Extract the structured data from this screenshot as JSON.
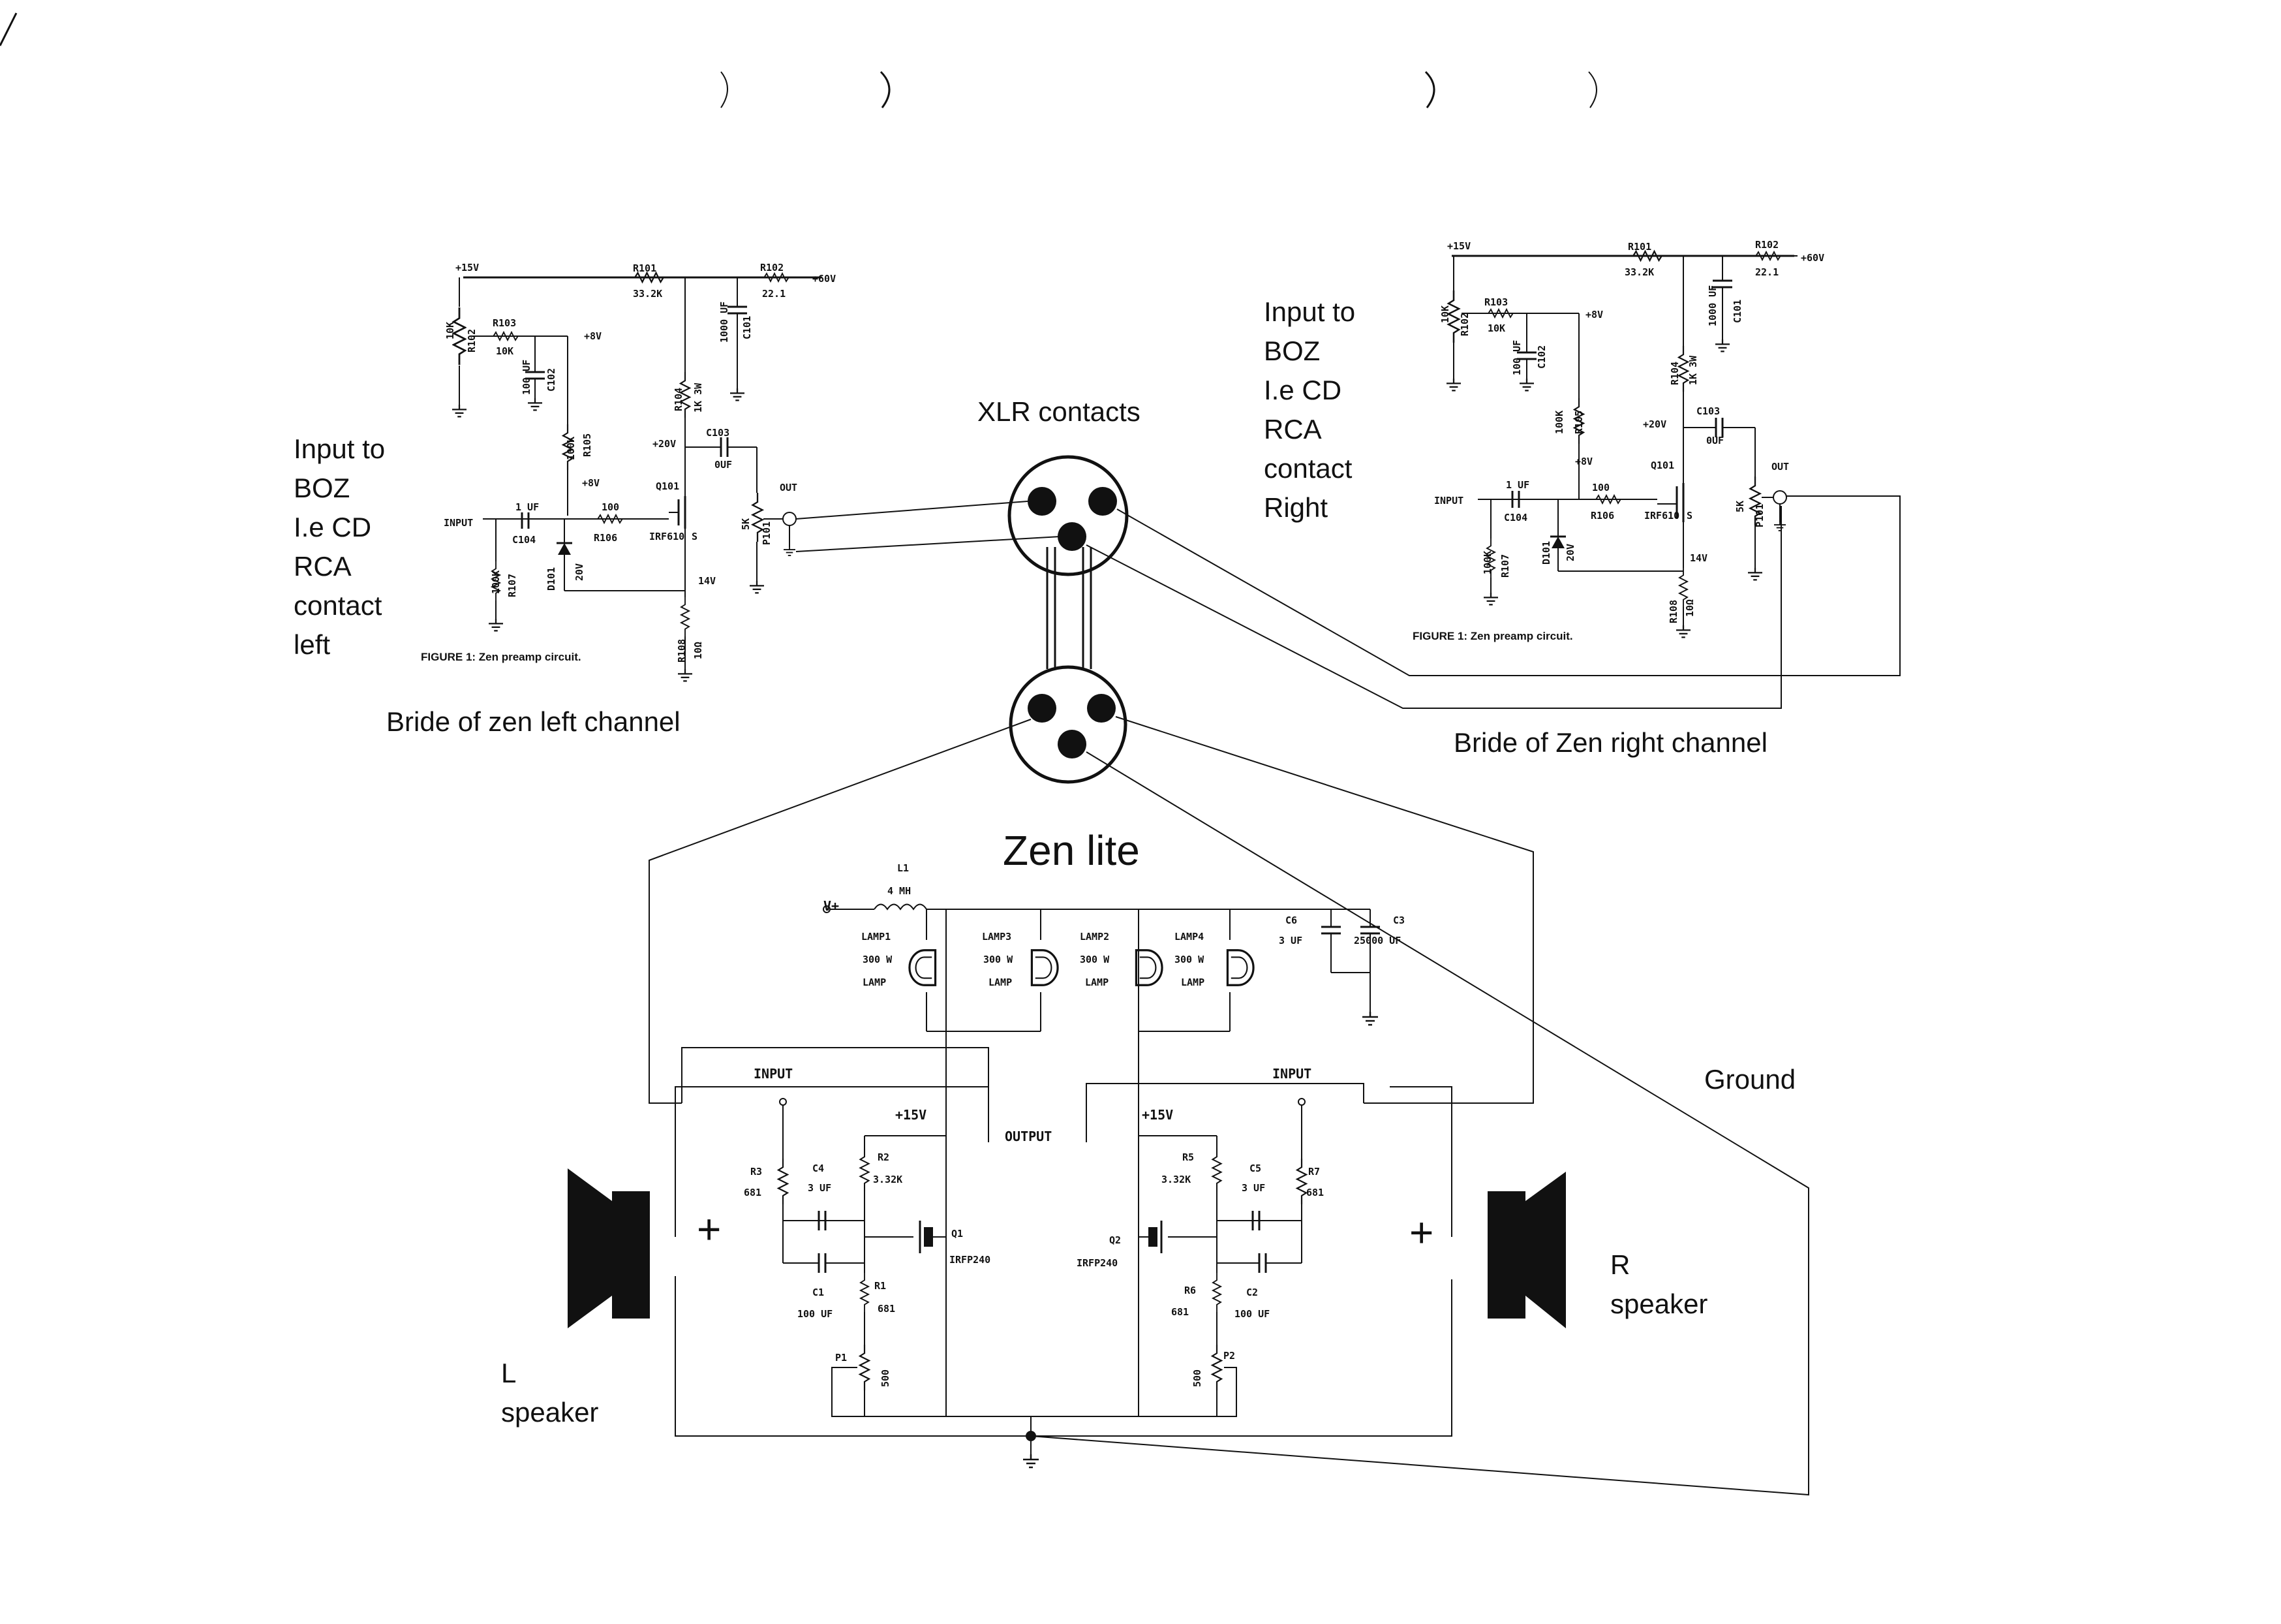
{
  "annotations": {
    "left_input": [
      "Input to",
      "BOZ",
      "I.e CD",
      "RCA",
      "contact",
      "left"
    ],
    "right_input": [
      "Input to",
      "BOZ",
      "I.e CD",
      "RCA",
      "contact",
      "Right"
    ],
    "xlr": "XLR contacts",
    "left_channel": "Bride of zen left channel",
    "right_channel": "Bride of Zen right channel",
    "zen_title": "Zen lite",
    "ground": "Ground",
    "l_speaker": [
      "L",
      "speaker"
    ],
    "r_speaker": [
      "R",
      "speaker"
    ],
    "plus": "+"
  },
  "preamp": {
    "plus15": "+15V",
    "r101": "R101",
    "r101_val": "33.2K",
    "r102": "R102",
    "r102_val": "22.1",
    "plus60": "+60V",
    "c101": "C101",
    "c101_val": "1000 UF",
    "pot_10k": "10K",
    "r102_pot": "R102",
    "r103": "R103",
    "r103_val": "10K",
    "plus8": "+8V",
    "c102": "C102",
    "c102_val": "100 UF",
    "r104": "R104",
    "r104_val": "1K 3W",
    "r105": "R105",
    "r105_val": "100K",
    "plus20": "+20V",
    "c103": "C103",
    "c103_val": "0UF",
    "q101": "Q101",
    "irf": "IRF610",
    "s": "S",
    "out": "OUT",
    "pot_5k": "5K",
    "p101": "P101",
    "input": "INPUT",
    "c104_val": "1 UF",
    "c104": "C104",
    "r106_val": "100",
    "r106": "R106",
    "d101": "D101",
    "d101_val": "20V",
    "r107_val": "100K",
    "r107": "R107",
    "v14": "14V",
    "r108": "R108",
    "r108_val": "10Ω",
    "figure": "FIGURE 1: Zen preamp circuit."
  },
  "zen": {
    "vplus": "V+",
    "l1": "L1",
    "l1_val": "4 MH",
    "lamps": [
      {
        "name": "LAMP1",
        "watt": "300 W",
        "type": "LAMP"
      },
      {
        "name": "LAMP3",
        "watt": "300 W",
        "type": "LAMP"
      },
      {
        "name": "LAMP2",
        "watt": "300 W",
        "type": "LAMP"
      },
      {
        "name": "LAMP4",
        "watt": "300 W",
        "type": "LAMP"
      }
    ],
    "c6": "C6",
    "c6_val": "3 UF",
    "c3": "C3",
    "c3_val": "25000 UF",
    "input": "INPUT",
    "output": "OUTPUT",
    "plus15": "+15V",
    "r3": "R3",
    "r3_val": "681",
    "c4": "C4",
    "c4_val": "3 UF",
    "r2": "R2",
    "r2_val": "3.32K",
    "q1": "Q1",
    "q1_type": "IRFP240",
    "c1": "C1",
    "c1_val": "100 UF",
    "r1": "R1",
    "r1_val": "681",
    "p1": "P1",
    "p1_val": "500",
    "r5": "R5",
    "r5_val": "3.32K",
    "c5": "C5",
    "c5_val": "3 UF",
    "r7": "R7",
    "r7_val": "681",
    "q2": "Q2",
    "q2_type": "IRFP240",
    "r6": "R6",
    "r6_val": "681",
    "c2": "C2",
    "c2_val": "100 UF",
    "p2": "P2",
    "p2_val": "500"
  }
}
